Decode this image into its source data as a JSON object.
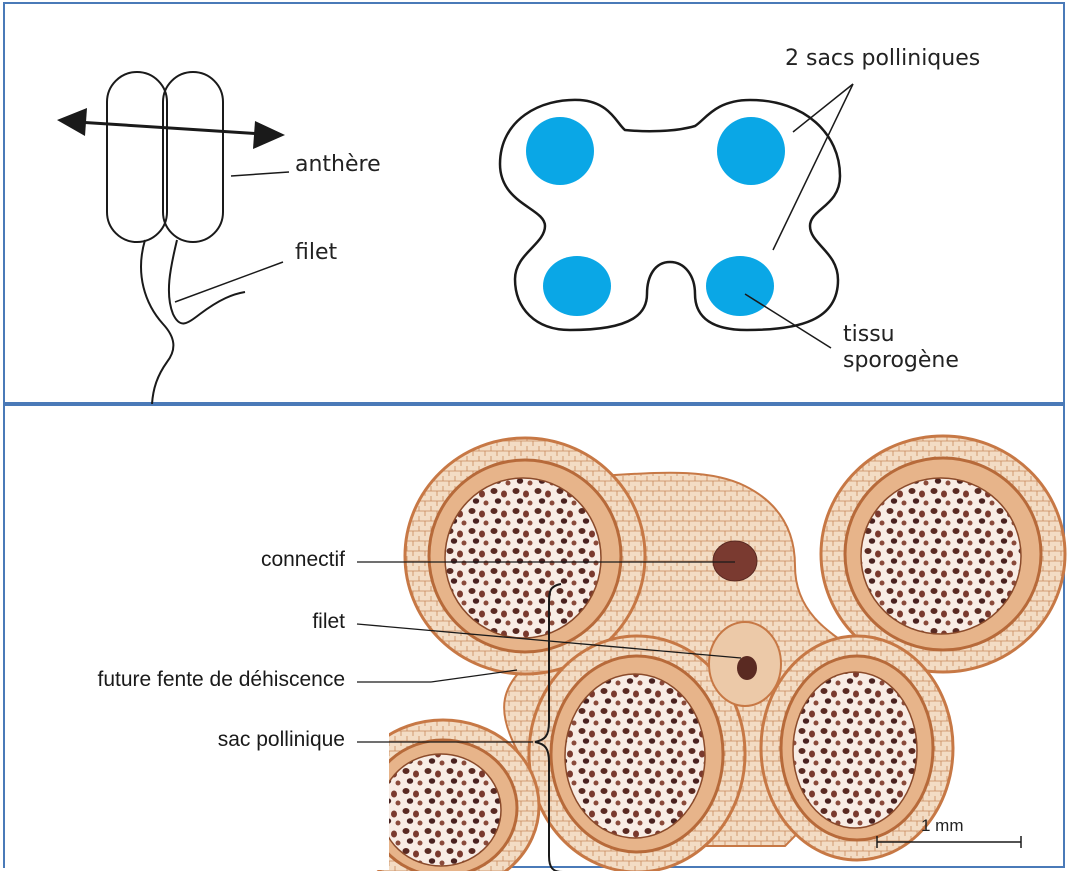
{
  "top_panel": {
    "labels": {
      "anthere": "anthère",
      "filet": "filet",
      "sacs_polliniques": "2 sacs polliniques",
      "tissu_line1": "tissu",
      "tissu_line2": "sporogène"
    },
    "colors": {
      "sporogenous_tissue": "#0aa7e6",
      "outline": "#1a1a1a",
      "frame": "#4a7ab8"
    }
  },
  "bottom_panel": {
    "labels": {
      "connectif": "connectif",
      "filet": "filet",
      "fente": "future fente de déhiscence",
      "sac": "sac pollinique"
    },
    "scale_bar": "1 mm",
    "colors": {
      "wall": "#d89a66",
      "inner_wall": "#c77845",
      "tissue": "#f2d9c0",
      "pollen": "#5a2a22"
    }
  }
}
